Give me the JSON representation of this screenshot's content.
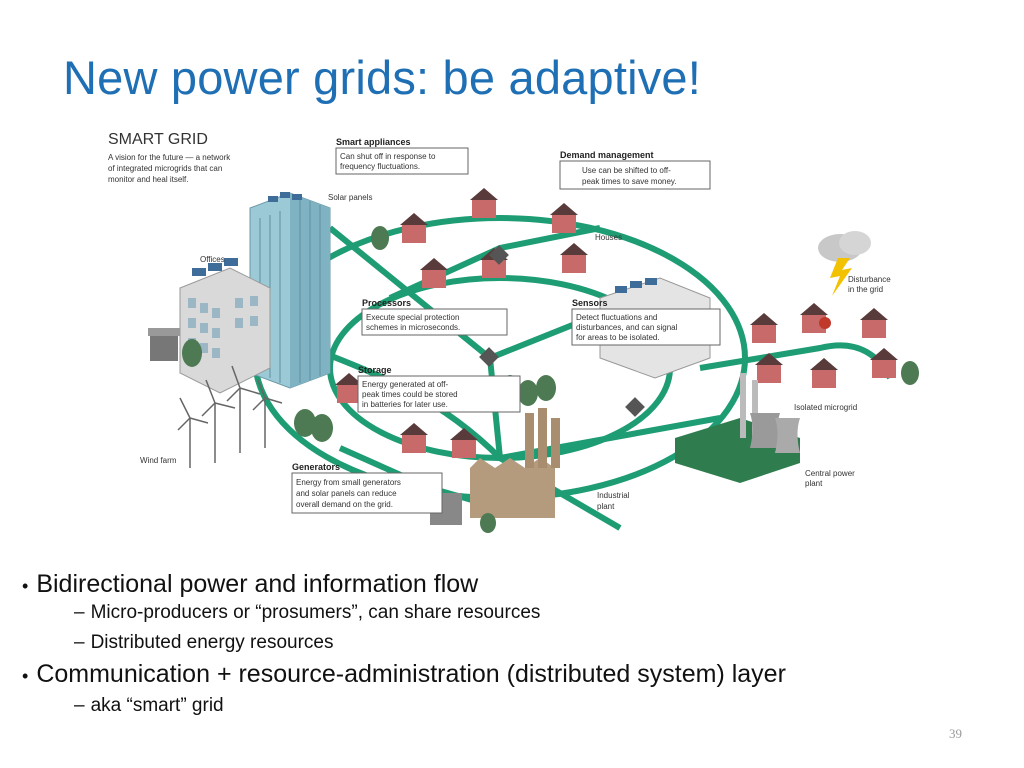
{
  "slide": {
    "title": "New power grids: be adaptive!",
    "page_number": "39"
  },
  "diagram": {
    "heading": "SMART GRID",
    "subtitle_lines": [
      "A vision for the future — a network",
      "of integrated microgrids that can",
      "monitor and heal itself."
    ],
    "labels": {
      "offices": "Offices",
      "solar_panels": "Solar panels",
      "houses": "Houses",
      "wind_farm": "Wind farm",
      "industrial_plant": [
        "Industrial",
        "plant"
      ],
      "central_power_plant": [
        "Central power",
        "plant"
      ],
      "isolated_microgrid": "Isolated microgrid",
      "disturbance": [
        "Disturbance",
        "in the grid"
      ]
    },
    "callouts": {
      "smart_appliances": {
        "title": "Smart appliances",
        "lines": [
          "Can shut off in response to",
          "frequency fluctuations."
        ]
      },
      "demand_management": {
        "title": "Demand management",
        "lines": [
          "Use can be shifted to off-",
          "peak times to save money."
        ]
      },
      "processors": {
        "title": "Processors",
        "lines": [
          "Execute special protection",
          "schemes in microseconds."
        ]
      },
      "sensors": {
        "title": "Sensors",
        "lines": [
          "Detect fluctuations and",
          "disturbances, and can signal",
          "for areas to be isolated."
        ]
      },
      "storage": {
        "title": "Storage",
        "lines": [
          "Energy generated at off-",
          "peak times could be stored",
          "in batteries for later use."
        ]
      },
      "generators": {
        "title": "Generators",
        "lines": [
          "Energy from small generators",
          "and solar panels can reduce",
          "overall demand on the grid."
        ]
      }
    }
  },
  "bullets": [
    {
      "level": 1,
      "marker": "•",
      "text": "Bidirectional power  and information flow"
    },
    {
      "level": 2,
      "marker": "–",
      "text": "Micro-producers or “prosumers”, can share resources"
    },
    {
      "level": 2,
      "marker": "–",
      "text": "Distributed energy resources"
    },
    {
      "level": 1,
      "marker": "•",
      "text": "Communication + resource-administration  (distributed system) layer"
    },
    {
      "level": 2,
      "marker": "–",
      "text": "aka “smart” grid"
    }
  ],
  "colors": {
    "title": "#1f6fb5",
    "grid_line": "#1e9c73",
    "house_wall": "#c96a6a",
    "roof": "#5a3b3b"
  }
}
